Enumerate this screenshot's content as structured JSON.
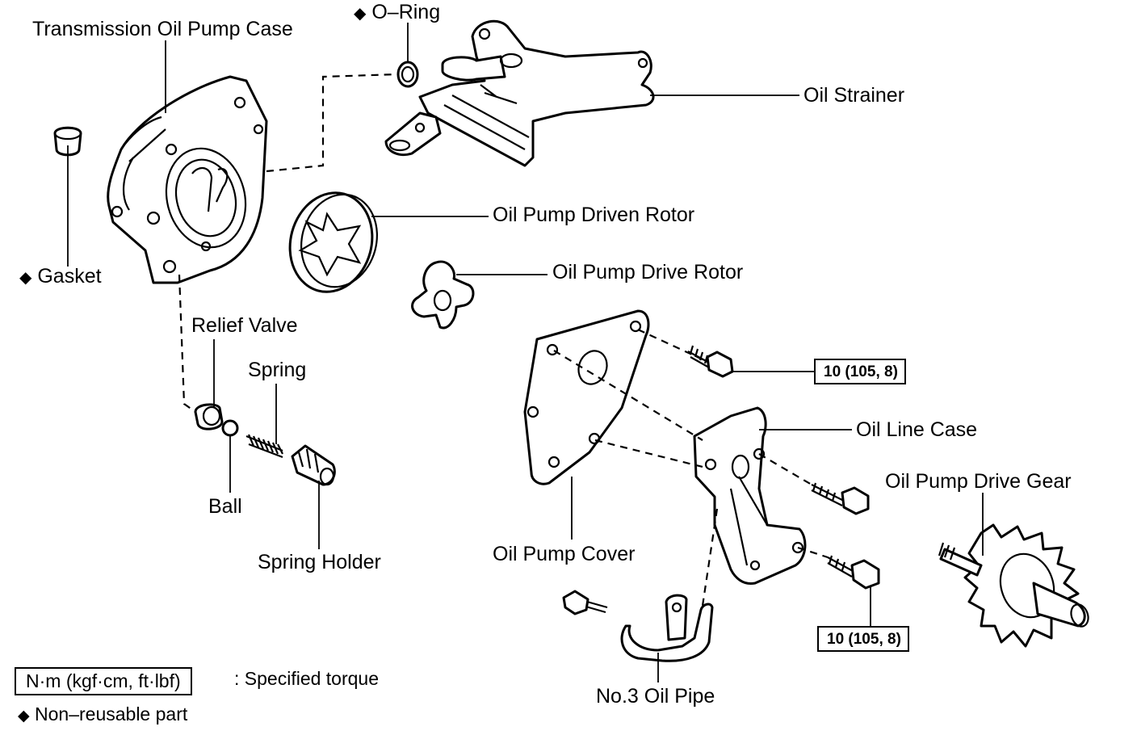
{
  "labels": {
    "pump_case": "Transmission Oil Pump Case",
    "o_ring": "O–Ring",
    "oil_strainer": "Oil Strainer",
    "gasket": "Gasket",
    "driven_rotor": "Oil Pump Driven Rotor",
    "drive_rotor": "Oil Pump Drive Rotor",
    "relief_valve": "Relief Valve",
    "spring": "Spring",
    "ball": "Ball",
    "spring_holder": "Spring Holder",
    "oil_line_case": "Oil Line Case",
    "drive_gear": "Oil Pump Drive Gear",
    "pump_cover": "Oil Pump Cover",
    "oil_pipe": "No.3 Oil Pipe"
  },
  "torque": {
    "upper": "10 (105, 8)",
    "lower": "10 (105, 8)"
  },
  "legend": {
    "torque_unit": "N·m (kgf·cm, ft·lbf)",
    "torque_desc": ": Specified torque",
    "non_reusable": "Non–reusable part"
  },
  "symbols": {
    "non_reusable_mark": "◆"
  }
}
